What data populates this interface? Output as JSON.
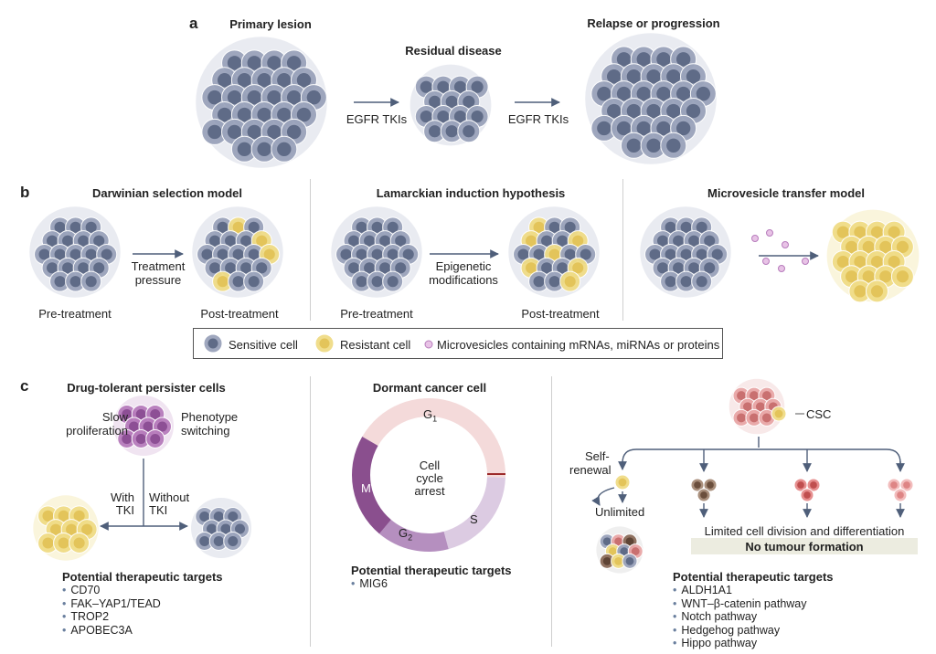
{
  "panel_a": {
    "label": "a",
    "primary_lesion": "Primary lesion",
    "residual_disease": "Residual disease",
    "relapse": "Relapse or progression",
    "arrow_label_1": "EGFR TKIs",
    "arrow_label_2": "EGFR TKIs"
  },
  "panel_b": {
    "label": "b",
    "darwinian": {
      "title": "Darwinian selection model",
      "arrow_line1": "Treatment",
      "arrow_line2": "pressure",
      "pre": "Pre-treatment",
      "post": "Post-treatment"
    },
    "lamarckian": {
      "title": "Lamarckian induction hypothesis",
      "arrow_line1": "Epigenetic",
      "arrow_line2": "modifications",
      "pre": "Pre-treatment",
      "post": "Post-treatment"
    },
    "microvesicle": {
      "title": "Microvesicle transfer model"
    },
    "legend": {
      "sensitive": "Sensitive cell",
      "resistant": "Resistant cell",
      "microvesicles": "Microvesicles containing mRNAs, miRNAs or proteins"
    }
  },
  "panel_c": {
    "label": "c",
    "persister": {
      "title": "Drug-tolerant persister cells",
      "slow_line1": "Slow",
      "slow_line2": "proliferation",
      "pheno_line1": "Phenotype",
      "pheno_line2": "switching",
      "with_line1": "With",
      "with_line2": "TKI",
      "without_line1": "Without",
      "without_line2": "TKI",
      "targets_title": "Potential therapeutic targets",
      "targets": [
        "CD70",
        "FAK–YAP1/TEAD",
        "TROP2",
        "APOBEC3A"
      ]
    },
    "dormant": {
      "title": "Dormant cancer cell",
      "g1": "G",
      "g1_sub": "1",
      "s": "S",
      "g2": "G",
      "g2_sub": "2",
      "m": "M",
      "center_line1": "Cell",
      "center_line2": "cycle",
      "center_line3": "arrest",
      "targets_title": "Potential therapeutic targets",
      "targets": [
        "MIG6"
      ]
    },
    "csc": {
      "csc_label": "CSC",
      "self_line1": "Self-",
      "self_line2": "renewal",
      "unlimited": "Unlimited",
      "limited": "Limited cell division and differentiation",
      "no_tumour": "No tumour formation",
      "targets_title": "Potential therapeutic targets",
      "targets": [
        "ALDH1A1",
        "WNT–β-catenin pathway",
        "Notch pathway",
        "Hedgehog pathway",
        "Hippo pathway"
      ]
    }
  },
  "colors": {
    "sensitive_cell": "#9aa3bb",
    "sensitive_nucleus": "#5f6b87",
    "resistant_cell": "#f0dc86",
    "persister_cell": "#b77cbc",
    "cycle_g1": "#f4dada",
    "cycle_s": "#dccbe2",
    "cycle_g2": "#b58fbf",
    "cycle_m": "#8a4f8e",
    "csc_pink": "#e9a7a7",
    "arrow": "#4f5f7a"
  }
}
